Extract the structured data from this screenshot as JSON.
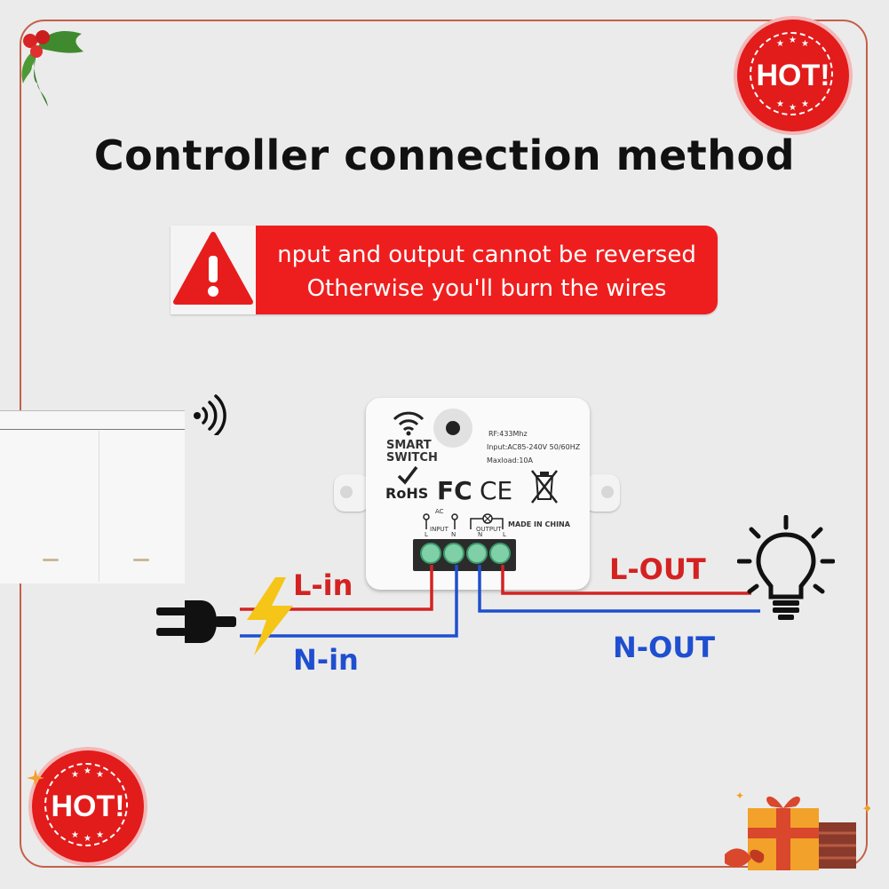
{
  "title": "Controller connection method",
  "warning": {
    "line1": "nput and output cannot be reversed",
    "line2": "Otherwise you'll burn the wires"
  },
  "badges": {
    "hot": "HOT!"
  },
  "module": {
    "brand_line1": "SMART",
    "brand_line2": "SWITCH",
    "spec_rf": "RF:433Mhz",
    "spec_input": "Input:AC85-240V 50/60HZ",
    "spec_maxload": "Maxload:10A",
    "rohs": "RoHS",
    "fc": "FC",
    "ce": "CE",
    "ac": "AC",
    "input": "INPUT",
    "output": "OUTPUT",
    "made_in": "MADE IN CHINA",
    "terminal_labels": [
      "L",
      "N",
      "N",
      "L"
    ]
  },
  "wires": {
    "l_in": "L-in",
    "n_in": "N-in",
    "l_out": "L-OUT",
    "n_out": "N-OUT"
  },
  "colors": {
    "accent_red": "#ef1e1e",
    "wire_red": "#d42222",
    "wire_blue": "#1f4fd0",
    "lightning": "#f5c518",
    "frame": "#c4604a"
  }
}
